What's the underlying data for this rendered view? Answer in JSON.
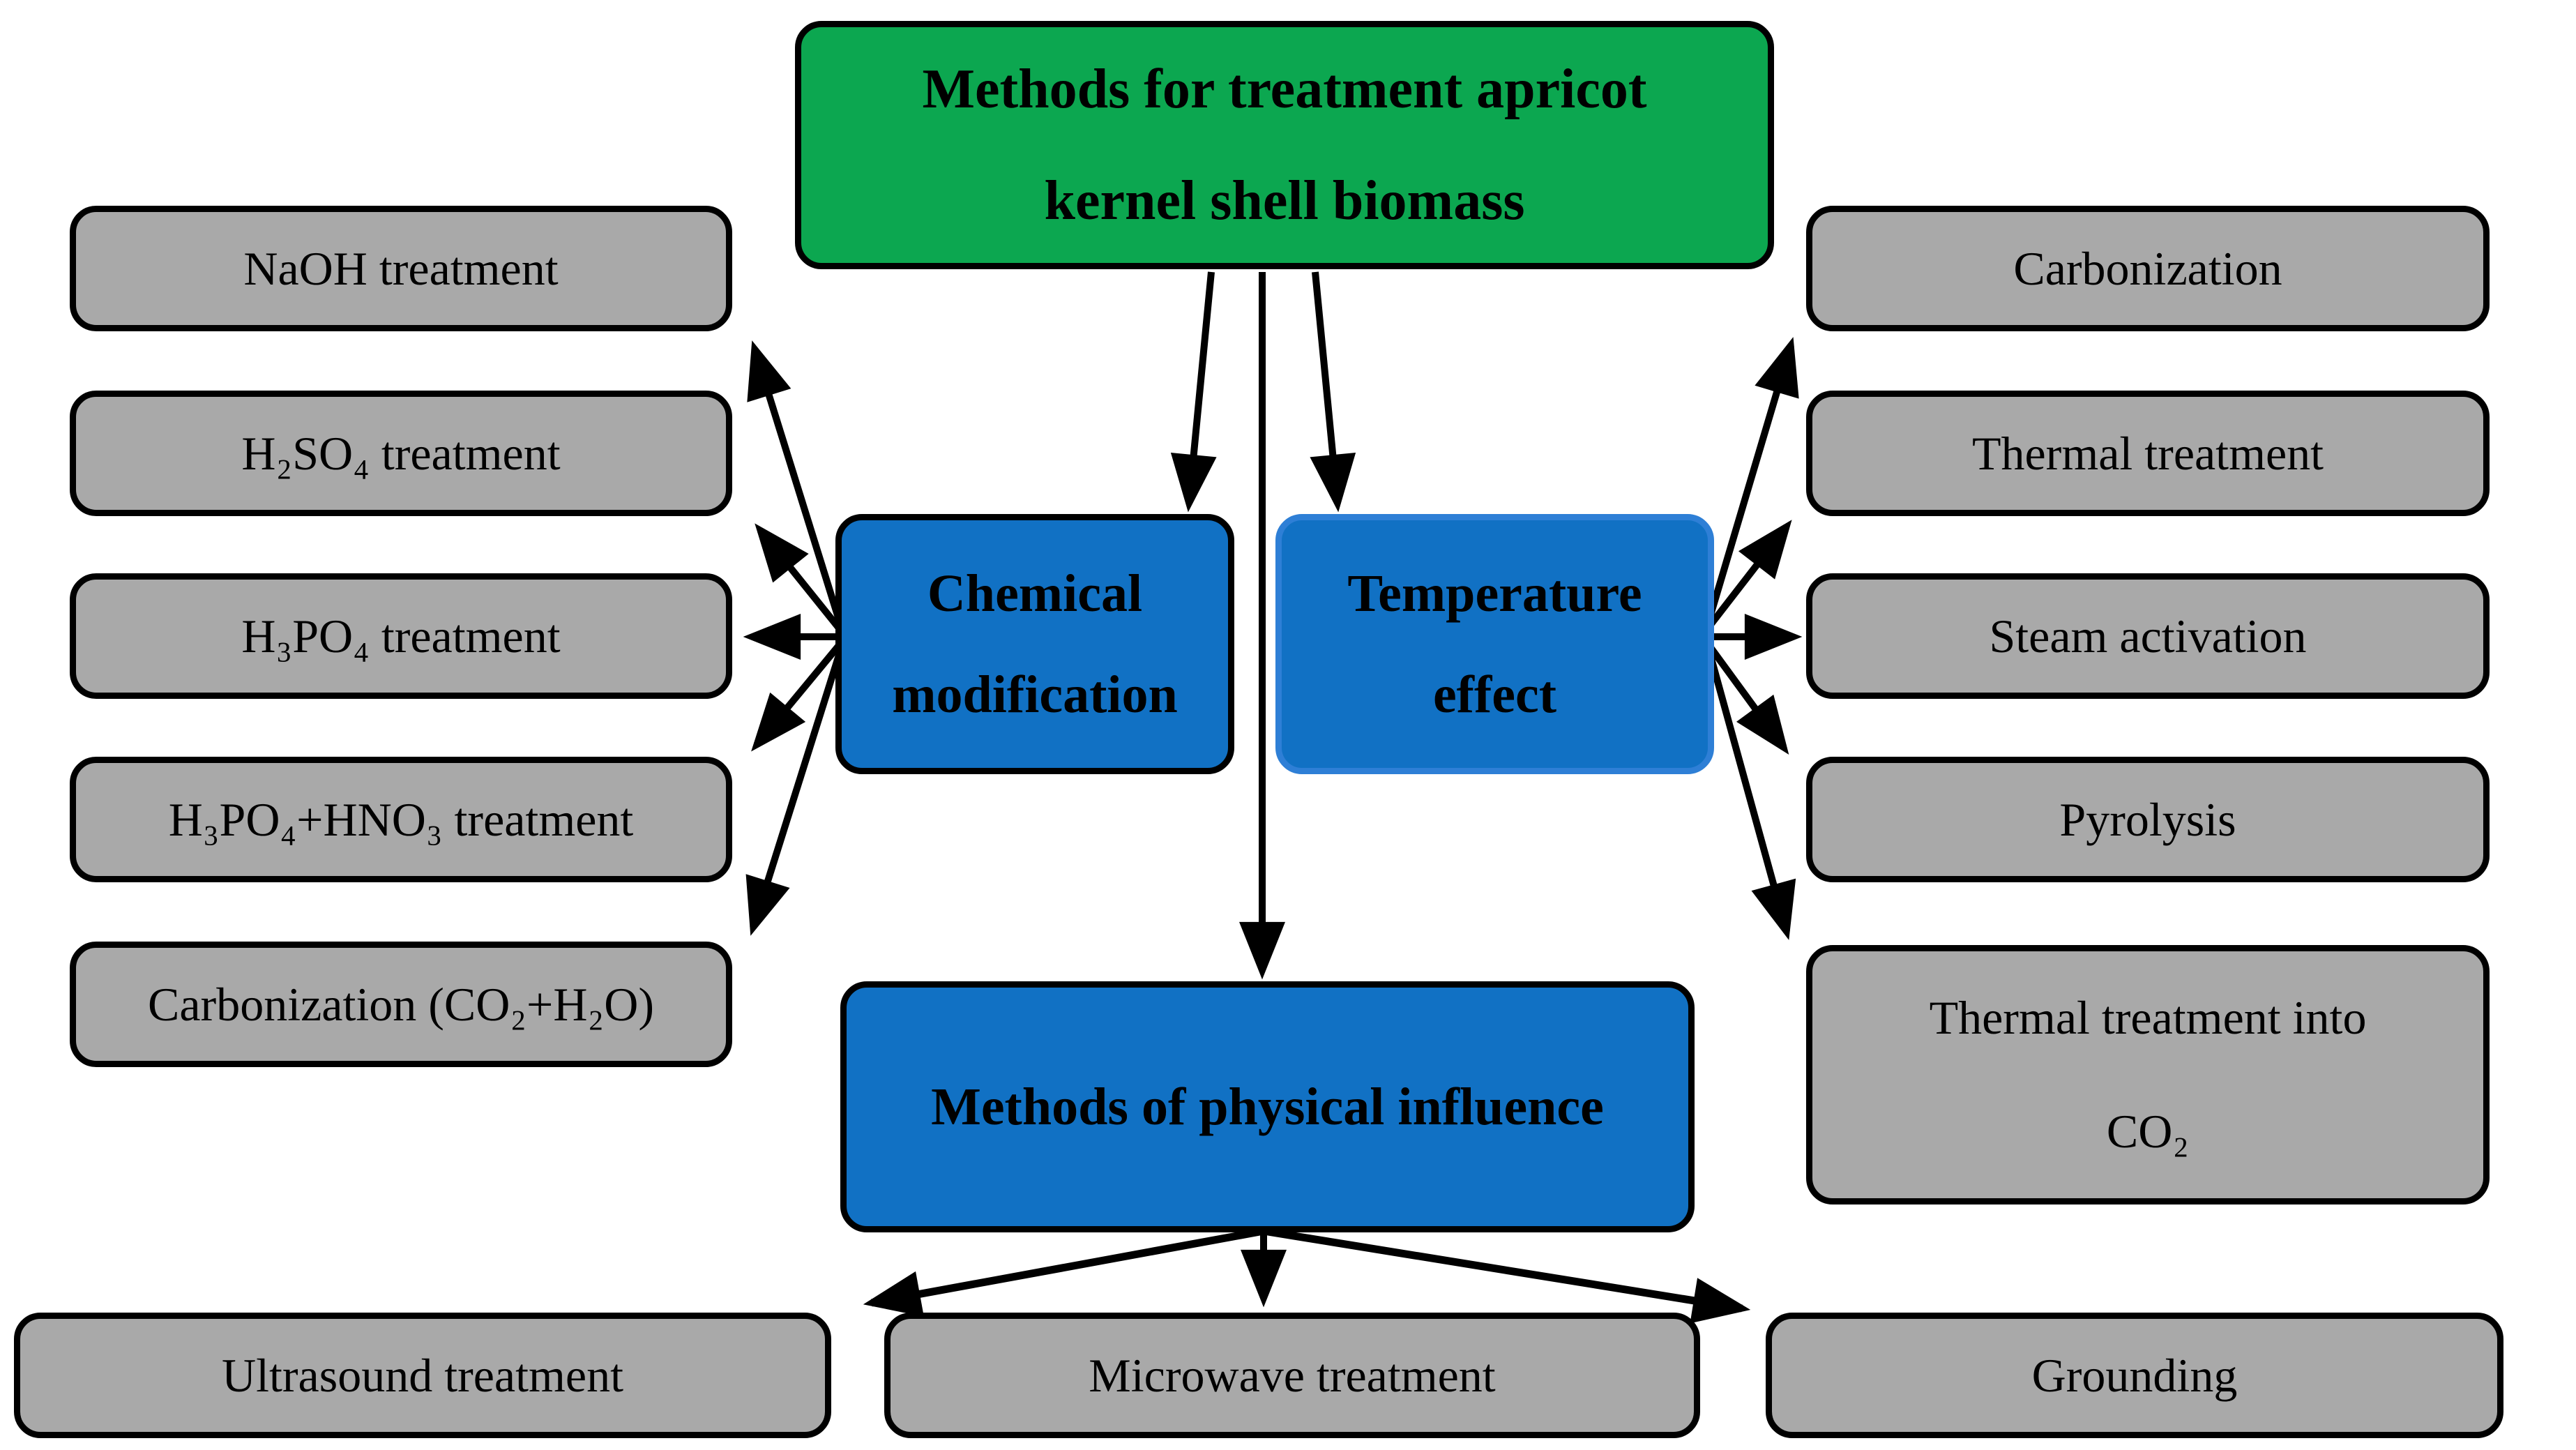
{
  "diagram": {
    "root": "Methods for treatment apricot kernel shell biomass",
    "left_branch": {
      "label": "Chemical modification",
      "items": [
        "NaOH treatment",
        "H₂SO₄ treatment",
        "H₃PO₄ treatment",
        "H₃PO₄+HNO₃ treatment",
        "Carbonization (CO₂+H₂O)"
      ]
    },
    "right_branch": {
      "label": "Temperature effect",
      "items": [
        "Carbonization",
        "Thermal treatment",
        "Steam activation",
        "Pyrolysis",
        "Thermal treatment into CO₂"
      ]
    },
    "bottom_branch": {
      "label": "Methods of physical influence",
      "items": [
        "Ultrasound treatment",
        "Microwave treatment",
        "Grounding"
      ]
    },
    "colors": {
      "root_fill": "#0CA750",
      "branch_fill": "#1171C4",
      "branch_border_alt": "#2E7FD6",
      "node_fill": "#A9A9A9",
      "border": "#000000"
    }
  }
}
